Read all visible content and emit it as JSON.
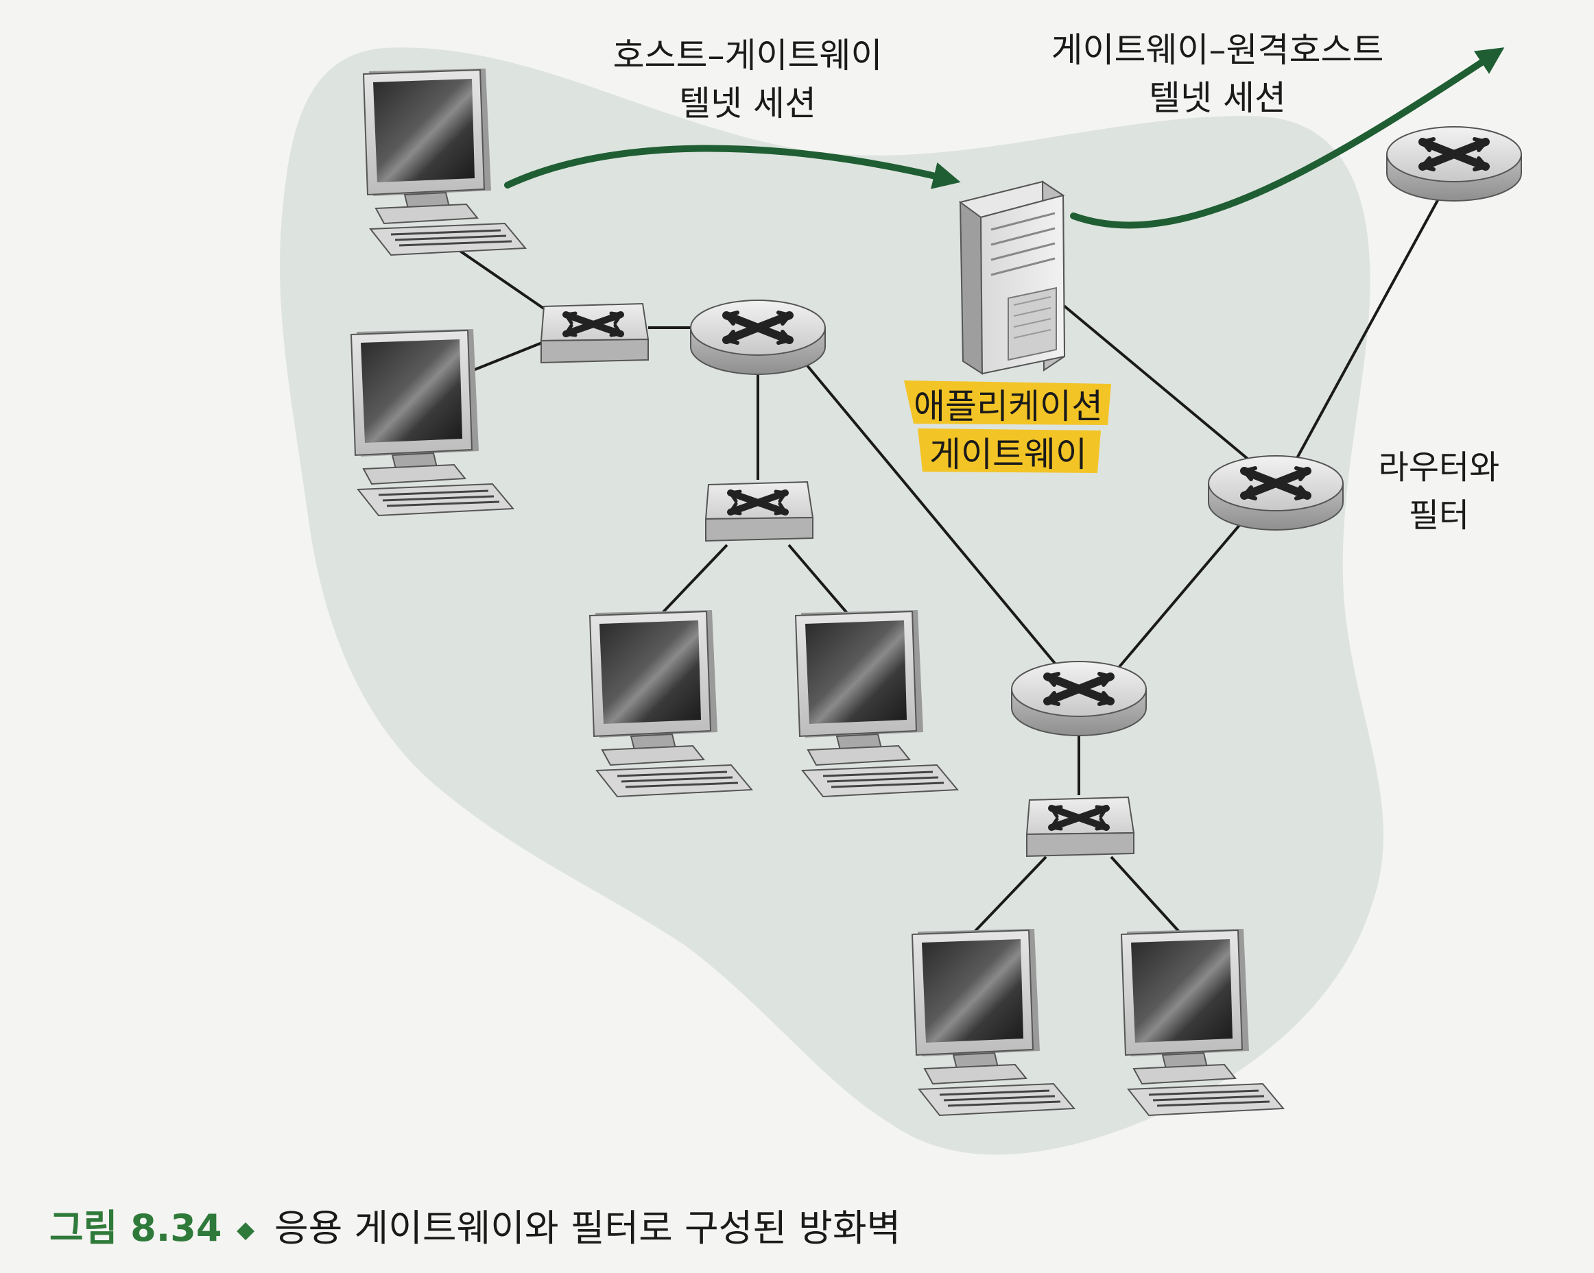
{
  "labels": {
    "session1_line1": "호스트–게이트웨이",
    "session1_line2": "텔넷 세션",
    "session2_line1": "게이트웨이–원격호스트",
    "session2_line2": "텔넷 세션",
    "gateway_line1": "애플리케이션",
    "gateway_line2": "게이트웨이",
    "router_line1": "라우터와",
    "router_line2": "필터"
  },
  "caption": {
    "figure_no": "그림 8.34",
    "bullet": "◆",
    "text": "응용 게이트웨이와 필터로 구성된 방화벽"
  },
  "colors": {
    "arrow": "#1f5e33",
    "highlight": "#f3c21a",
    "caption_accent": "#2f7a3a",
    "network_region": "#dde3df"
  }
}
